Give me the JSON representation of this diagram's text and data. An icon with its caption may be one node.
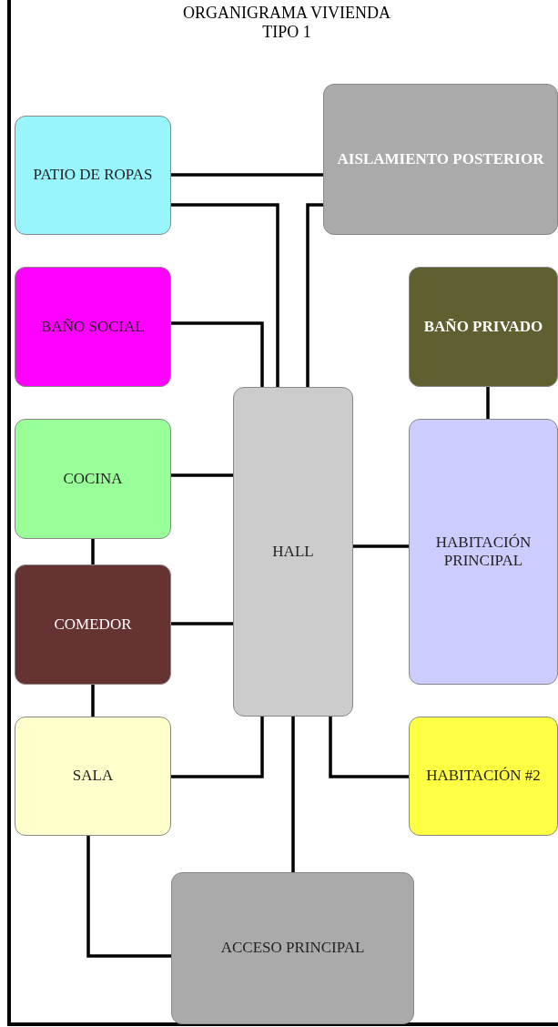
{
  "diagram": {
    "title": "ORGANIGRAMA VIVIENDA TIPO 1",
    "nodes": [
      {
        "text": [
          "PATIO DE ROPAS"
        ]
      },
      {
        "text": [
          "AISLAMIENTO POSTERIOR"
        ]
      },
      {
        "text": [
          "BAÑO SOCIAL"
        ]
      },
      {
        "text": [
          "BAÑO PRIVADO"
        ]
      },
      {
        "text": [
          "COCINA"
        ]
      },
      {
        "text": [
          "HALL"
        ]
      },
      {
        "text": [
          "HABITACIÓN PRINCIPAL"
        ]
      },
      {
        "text": [
          "COMEDOR"
        ]
      },
      {
        "text": [
          "SALA"
        ]
      },
      {
        "text": [
          "HABITACIÓN #2"
        ]
      },
      {
        "text": [
          "ACCESO PRINCIPAL"
        ]
      }
    ],
    "edges": [
      {
        "from": 0,
        "to": 1,
        "arrow": "none"
      },
      {
        "from": 0,
        "to": 5,
        "arrow": "none"
      },
      {
        "from": 1,
        "to": 5,
        "arrow": "none"
      },
      {
        "from": 2,
        "to": 5,
        "arrow": "none"
      },
      {
        "from": 3,
        "to": 6,
        "arrow": "none"
      },
      {
        "from": 4,
        "to": 5,
        "arrow": "none"
      },
      {
        "from": 4,
        "to": 7,
        "arrow": "none"
      },
      {
        "from": 5,
        "to": 6,
        "arrow": "none"
      },
      {
        "from": 7,
        "to": 5,
        "arrow": "none"
      },
      {
        "from": 7,
        "to": 8,
        "arrow": "none"
      },
      {
        "from": 8,
        "to": 5,
        "arrow": "none"
      },
      {
        "from": 5,
        "to": 9,
        "arrow": "none"
      },
      {
        "from": 5,
        "to": 10,
        "arrow": "none"
      },
      {
        "from": 8,
        "to": 10,
        "arrow": "none"
      }
    ]
  }
}
